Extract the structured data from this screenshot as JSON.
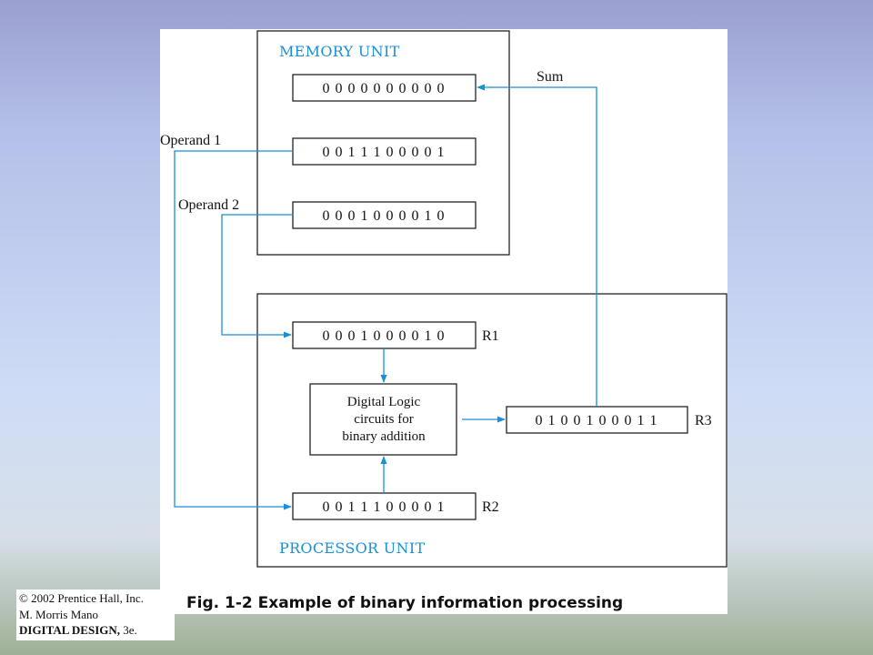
{
  "memory_unit": {
    "title": "MEMORY UNIT",
    "words": [
      "0 0 0 0 0 0 0 0 0 0",
      "0 0 1 1 1 0 0 0 0 1",
      "0 0 0 1 0 0 0 0 1 0"
    ]
  },
  "processor_unit": {
    "title": "PROCESSOR UNIT",
    "registers": {
      "r1": {
        "name": "R1",
        "value": "0 0 0 1 0 0 0 0 1 0"
      },
      "r2": {
        "name": "R2",
        "value": "0 0 1 1 1 0 0 0 0 1"
      },
      "r3": {
        "name": "R3",
        "value": "0 1 0 0 1 0 0 0 1 1"
      }
    },
    "logic_lines": [
      "Digital Logic",
      "circuits for",
      "binary addition"
    ]
  },
  "labels": {
    "sum": "Sum",
    "operand1": "Operand 1",
    "operand2": "Operand 2"
  },
  "caption": "Fig. 1-2  Example of binary information processing",
  "credit": {
    "line1": "© 2002 Prentice Hall, Inc.",
    "line2": "M. Morris Mano",
    "line3_bold": "DIGITAL DESIGN,",
    "line3_rest": " 3e."
  },
  "colors": {
    "accent": "#1a8fd6"
  }
}
